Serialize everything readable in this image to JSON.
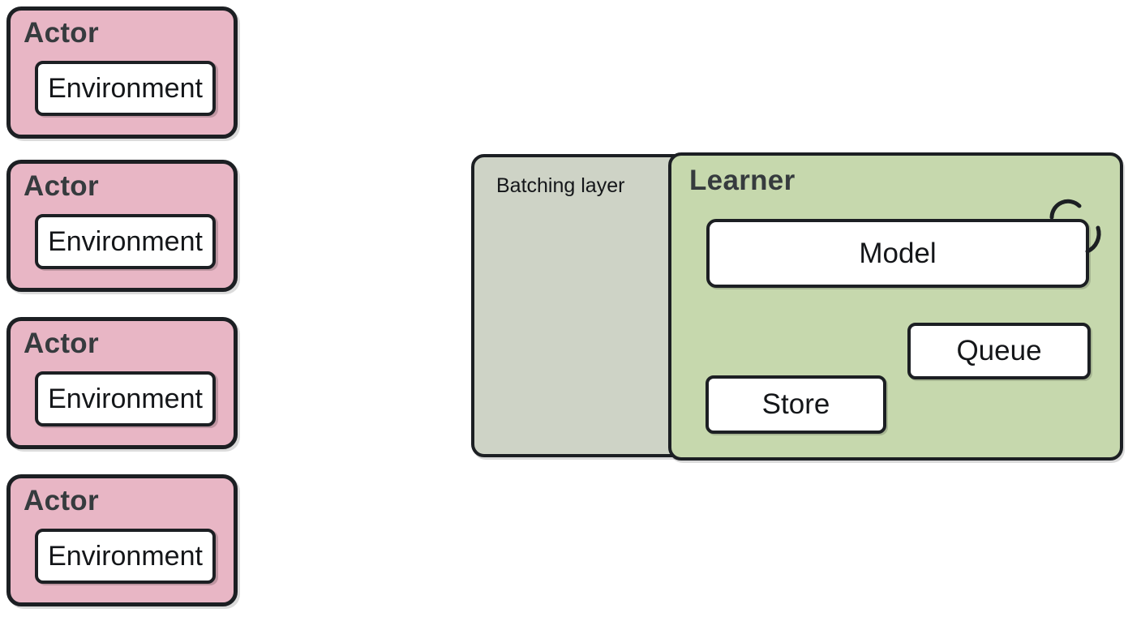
{
  "colors": {
    "canvas": "#ffffff",
    "actor_fill": "#e8b6c5",
    "batching_fill": "#ced3c6",
    "learner_fill": "#c6d8ad",
    "inner_box_fill": "#ffffff",
    "border_ink": "#1c1f23",
    "title_text": "#363b3e",
    "label_text": "#141619"
  },
  "actors": [
    {
      "title": "Actor",
      "environment_label": "Environment"
    },
    {
      "title": "Actor",
      "environment_label": "Environment"
    },
    {
      "title": "Actor",
      "environment_label": "Environment"
    },
    {
      "title": "Actor",
      "environment_label": "Environment"
    }
  ],
  "batching_layer": {
    "label": "Batching layer"
  },
  "learner": {
    "title": "Learner",
    "model_label": "Model",
    "queue_label": "Queue",
    "store_label": "Store",
    "model_icon": "self-loop-arrow"
  }
}
